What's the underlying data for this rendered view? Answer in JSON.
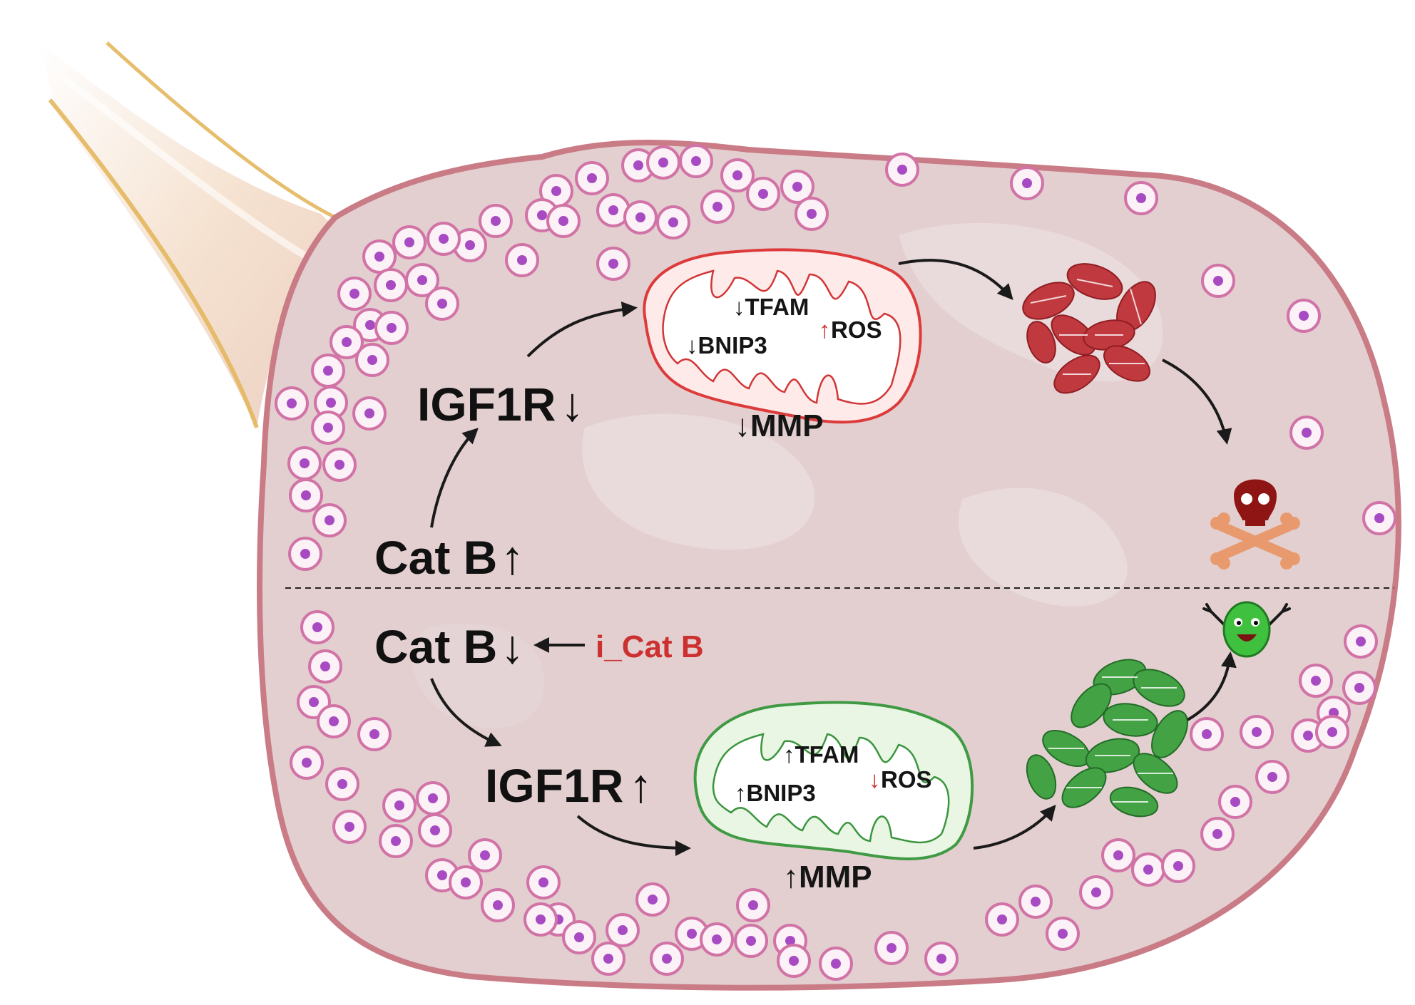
{
  "colors": {
    "tissue": "#e3cfd0",
    "tissue_edge": "#c97b86",
    "cell_ring": "#d173a6",
    "cell_nucleus": "#a84bc3",
    "damaged": "#c0393f",
    "healthy": "#43a244",
    "inhibitor_text": "#cc3030",
    "up_red_arrow": "#cc3030",
    "stalk": "#e3b75e"
  },
  "top_pathway": {
    "catb_label": "Cat B",
    "catb_arrow": "↑",
    "igf1r_label": "IGF1R",
    "igf1r_arrow": "↓",
    "tfam": "↓TFAM",
    "bnip3": "↓BNIP3",
    "ros_arrow": "↑",
    "ros": "ROS",
    "mmp": "↓MMP",
    "mitochondrion_state": "damaged",
    "outcome_icon": "skull-crossbones-icon"
  },
  "bottom_pathway": {
    "catb_label": "Cat B",
    "catb_arrow": "↓",
    "inhibitor": "i_Cat B",
    "igf1r_label": "IGF1R",
    "igf1r_arrow": "↑",
    "tfam": "↑TFAM",
    "bnip3": "↑BNIP3",
    "ros_arrow": "↓",
    "ros": "ROS",
    "mmp": "↑MMP",
    "mitochondrion_state": "healthy",
    "outcome_icon": "happy-cell-icon"
  }
}
